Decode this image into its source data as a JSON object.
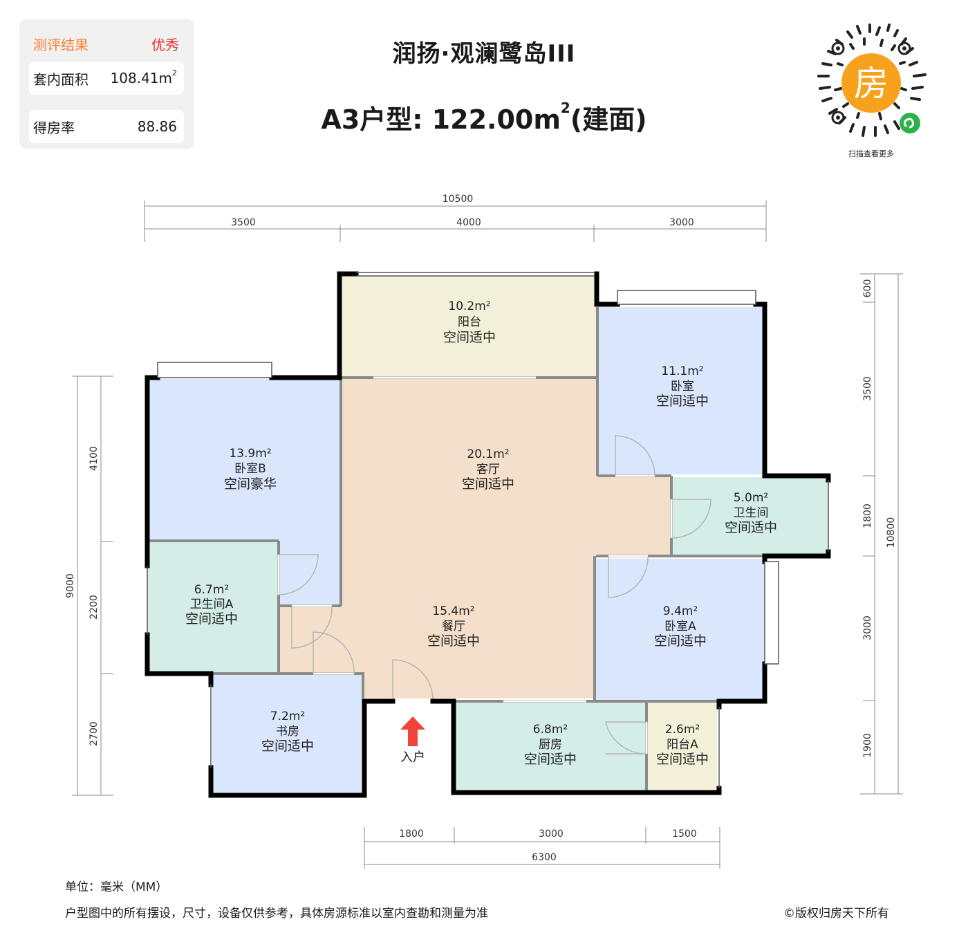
{
  "evaluation": {
    "header_label": "测评结果",
    "header_value": "优秀",
    "rows": [
      {
        "label": "套内面积",
        "value": "108.41m",
        "unit_sup": "2"
      },
      {
        "label": "得房率",
        "value": "88.86"
      }
    ]
  },
  "title": {
    "project": "润扬·观澜鹭岛III",
    "unit_type": "A3户型: 122.00m",
    "unit_sup": "2",
    "unit_suffix": "(建面)"
  },
  "qr": {
    "center_glyph": "房",
    "caption": "扫描查看更多",
    "icon": "mini-program-icon"
  },
  "rooms": [
    {
      "id": "balcony",
      "area": "10.2m²",
      "name": "阳台",
      "rating": "空间适中",
      "color": "#f2f0d8"
    },
    {
      "id": "bedroom-b",
      "area": "13.9m²",
      "name": "卧室B",
      "rating": "空间豪华",
      "color": "#d9e6fc"
    },
    {
      "id": "living-room",
      "area": "20.1m²",
      "name": "客厅",
      "rating": "空间适中",
      "color": "#f3dfca"
    },
    {
      "id": "bedroom",
      "area": "11.1m²",
      "name": "卧室",
      "rating": "空间适中",
      "color": "#d9e6fc"
    },
    {
      "id": "bathroom",
      "area": "5.0m²",
      "name": "卫生间",
      "rating": "空间适中",
      "color": "#d4ede6"
    },
    {
      "id": "bathroom-a",
      "area": "6.7m²",
      "name": "卫生间A",
      "rating": "空间适中",
      "color": "#d4ede6"
    },
    {
      "id": "dining-room",
      "area": "15.4m²",
      "name": "餐厅",
      "rating": "空间适中",
      "color": "#f3dfca"
    },
    {
      "id": "bedroom-a",
      "area": "9.4m²",
      "name": "卧室A",
      "rating": "空间适中",
      "color": "#d9e6fc"
    },
    {
      "id": "study",
      "area": "7.2m²",
      "name": "书房",
      "rating": "空间适中",
      "color": "#d9e6fc"
    },
    {
      "id": "kitchen",
      "area": "6.8m²",
      "name": "厨房",
      "rating": "空间适中",
      "color": "#d4ede6"
    },
    {
      "id": "balcony-a",
      "area": "2.6m²",
      "name": "阳台A",
      "rating": "空间适中",
      "color": "#f2f0d8"
    }
  ],
  "entrance": {
    "label": "入户",
    "arrow_color": "#f04438"
  },
  "dimensions": {
    "top_total": "10500",
    "top_segments": [
      "3500",
      "4000",
      "3000"
    ],
    "left_total": "9000",
    "left_segments": [
      "4100",
      "2200",
      "2700"
    ],
    "right_total": "10800",
    "right_segments": [
      "600",
      "3500",
      "1800",
      "3000",
      "1900"
    ],
    "bottom_segments": [
      "1800",
      "3000",
      "1500"
    ],
    "bottom_total": "6300"
  },
  "footer": {
    "unit_note": "单位：毫米（MM）",
    "disclaimer": "户型图中的所有摆设，尺寸，设备仅供参考，具体房源标准以室内查勘和测量为准",
    "copyright": "©版权归房天下所有"
  }
}
